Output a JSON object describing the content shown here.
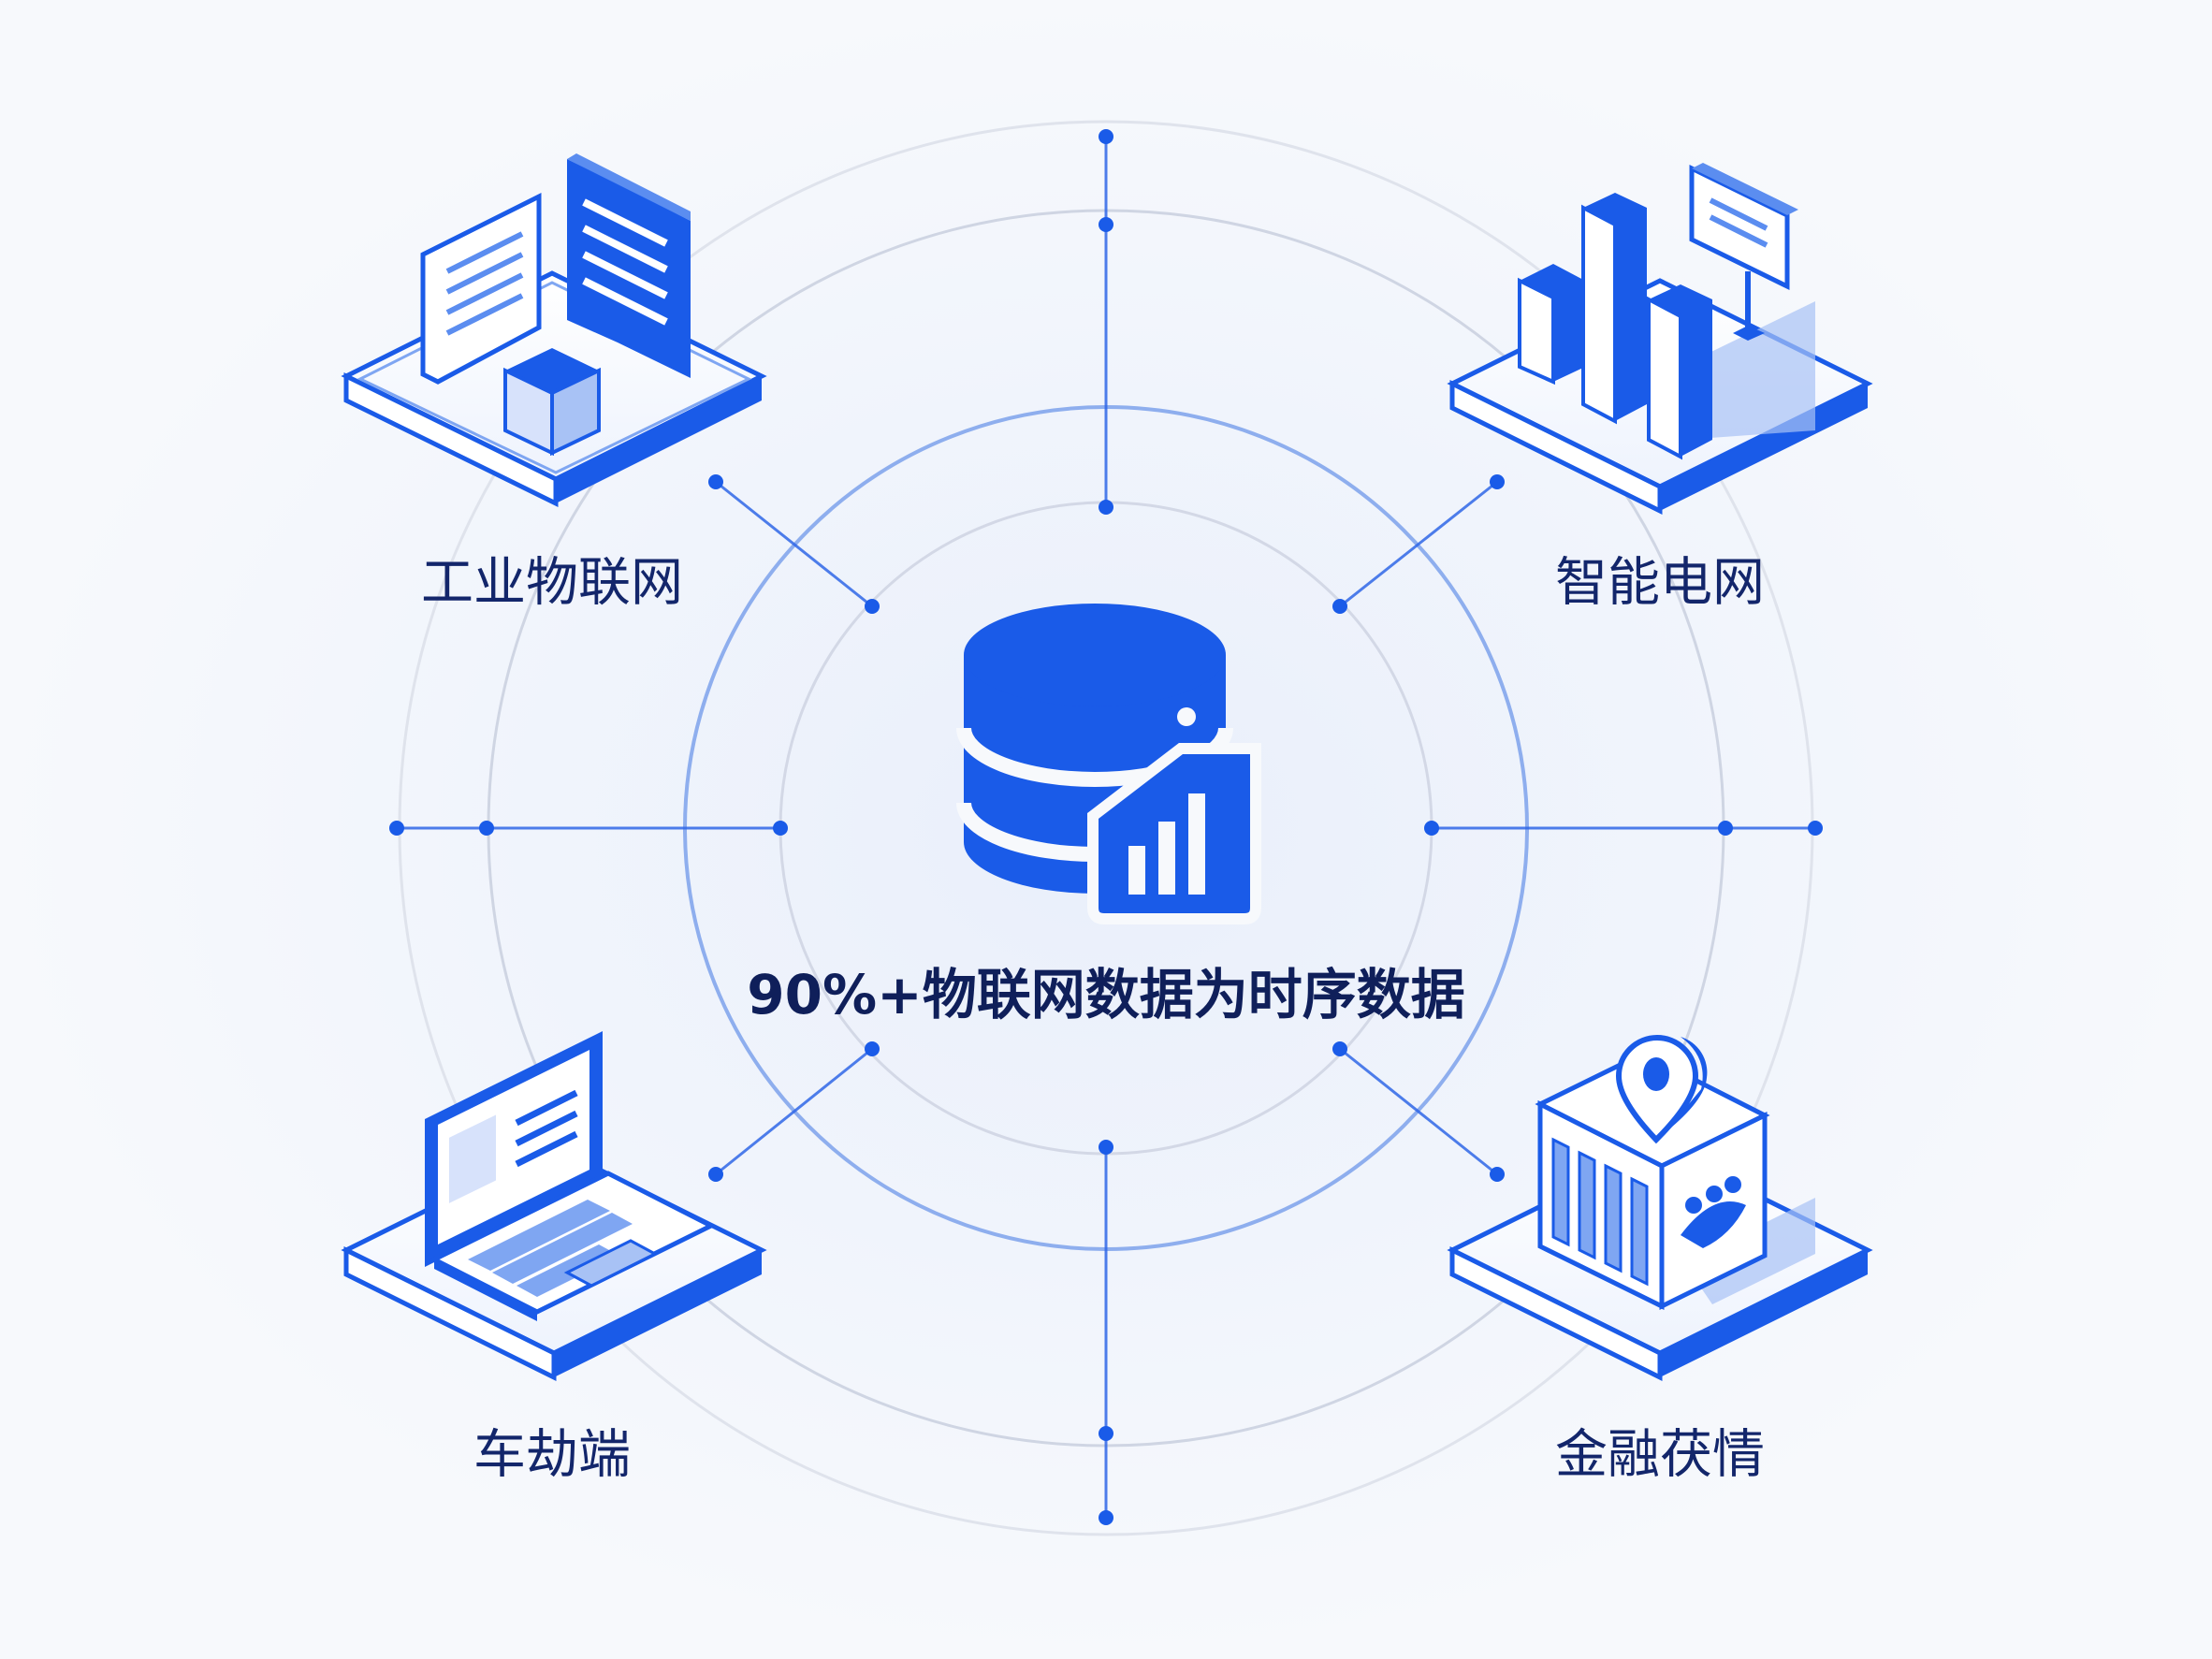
{
  "center": {
    "caption": "90%+物联网数据为时序数据",
    "icon": "database-chart-icon"
  },
  "scenarios": [
    {
      "key": "iiot",
      "label": "工业物联网",
      "icon": "industrial-iot-icon"
    },
    {
      "key": "grid",
      "label": "智能电网",
      "icon": "smart-grid-icon"
    },
    {
      "key": "vehicle",
      "label": "车劫端",
      "icon": "vehicle-terminal-icon"
    },
    {
      "key": "finance",
      "label": "金融茯情",
      "icon": "finance-icon"
    }
  ],
  "colors": {
    "accent": "#1a5be8",
    "accent_light": "#7fa6f2",
    "ring": "#9db6ee",
    "ring_faint": "#d3d8e6",
    "text": "#13266b",
    "background": "#f7f9fc"
  }
}
